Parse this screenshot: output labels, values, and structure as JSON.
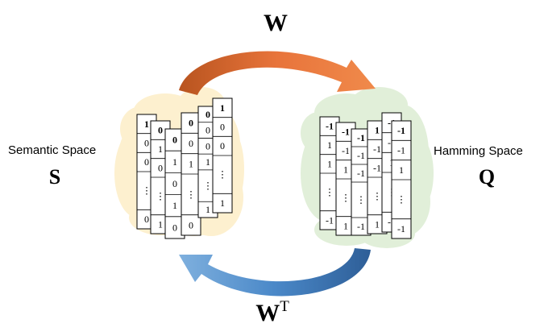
{
  "labels": {
    "forward": "W",
    "backward": "W",
    "backward_sup": "T",
    "semantic_name": "Semantic Space",
    "semantic_symbol": "S",
    "hamming_name": "Hamming Space",
    "hamming_symbol": "Q"
  },
  "colors": {
    "forward_arrow": "#E8743B",
    "backward_arrow": "#3F7FC0",
    "semantic_cloud": "#FDF0CF",
    "hamming_cloud": "#E1EFD9"
  },
  "semantic_cards": [
    {
      "cells": [
        "1",
        "0",
        "0",
        "⋮",
        "0"
      ]
    },
    {
      "cells": [
        "0",
        "1",
        "0",
        "⋮",
        "1"
      ]
    },
    {
      "cells": [
        "0",
        "1",
        "0",
        "1",
        "0"
      ]
    },
    {
      "cells": [
        "0",
        "0",
        "1",
        "⋮",
        "0"
      ]
    },
    {
      "cells": [
        "0",
        "0",
        "0",
        "1",
        "⋮",
        "1"
      ]
    },
    {
      "cells": [
        "1",
        "0",
        "0",
        "⋮",
        "1"
      ]
    }
  ],
  "hamming_cards": [
    {
      "cells": [
        "-1",
        "1",
        "1",
        "⋮",
        "-1"
      ]
    },
    {
      "cells": [
        "-1",
        "-1",
        "1",
        "⋮",
        "1"
      ]
    },
    {
      "cells": [
        "-1",
        "-1",
        "-1",
        "⋮",
        "-1"
      ]
    },
    {
      "cells": [
        "1",
        "-1",
        "-1",
        "⋮",
        "1"
      ]
    },
    {
      "cells": [
        "-1",
        "-1",
        "1",
        "⋮",
        "-1"
      ]
    },
    {
      "cells": [
        "-1",
        "-1",
        "1",
        "⋮",
        "-1"
      ]
    }
  ]
}
